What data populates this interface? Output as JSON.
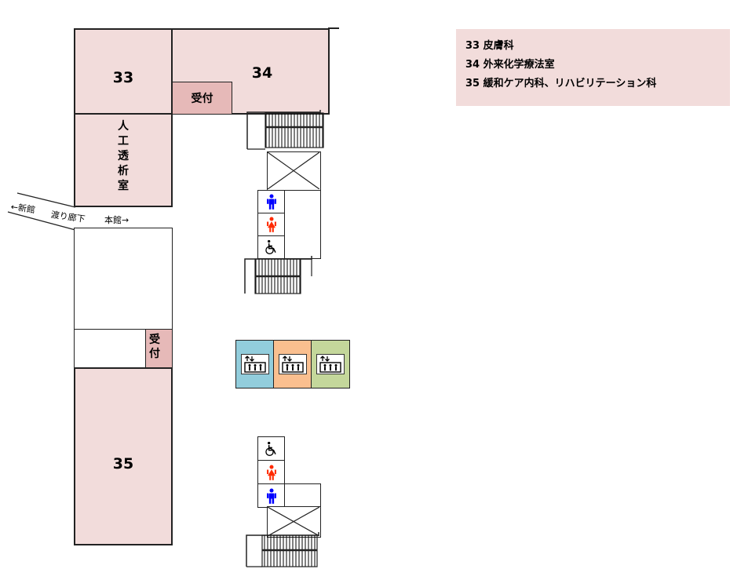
{
  "rooms": {
    "r33": {
      "label": "33"
    },
    "r34": {
      "label": "34"
    },
    "r35": {
      "label": "35"
    },
    "dialysis": {
      "chars": [
        "人",
        "工",
        "透",
        "析",
        "室"
      ]
    }
  },
  "reception_upper": "受付",
  "reception_lower": {
    "chars": [
      "受",
      "付"
    ]
  },
  "corridor": {
    "to_new": "←新館",
    "bridge": "渡り廊下",
    "to_main": "本館→"
  },
  "legend": [
    "33 皮膚科",
    "34 外来化学療法室",
    "35 緩和ケア内科、リハビリテーション科"
  ],
  "colors": {
    "room": "#f2dcdb",
    "reception": "#e6b9b8",
    "elevator_1": "#92cddc",
    "elevator_2": "#fabf8f",
    "elevator_3": "#c4d79b",
    "male": "#0000ff",
    "female": "#ff2a00"
  },
  "icons": {
    "restroom_upper": [
      "male-toilet-icon",
      "female-toilet-icon",
      "wheelchair-icon"
    ],
    "restroom_lower": [
      "wheelchair-icon",
      "female-toilet-icon",
      "male-toilet-icon"
    ],
    "elevators": [
      "elevator-icon",
      "elevator-icon",
      "elevator-icon"
    ]
  }
}
